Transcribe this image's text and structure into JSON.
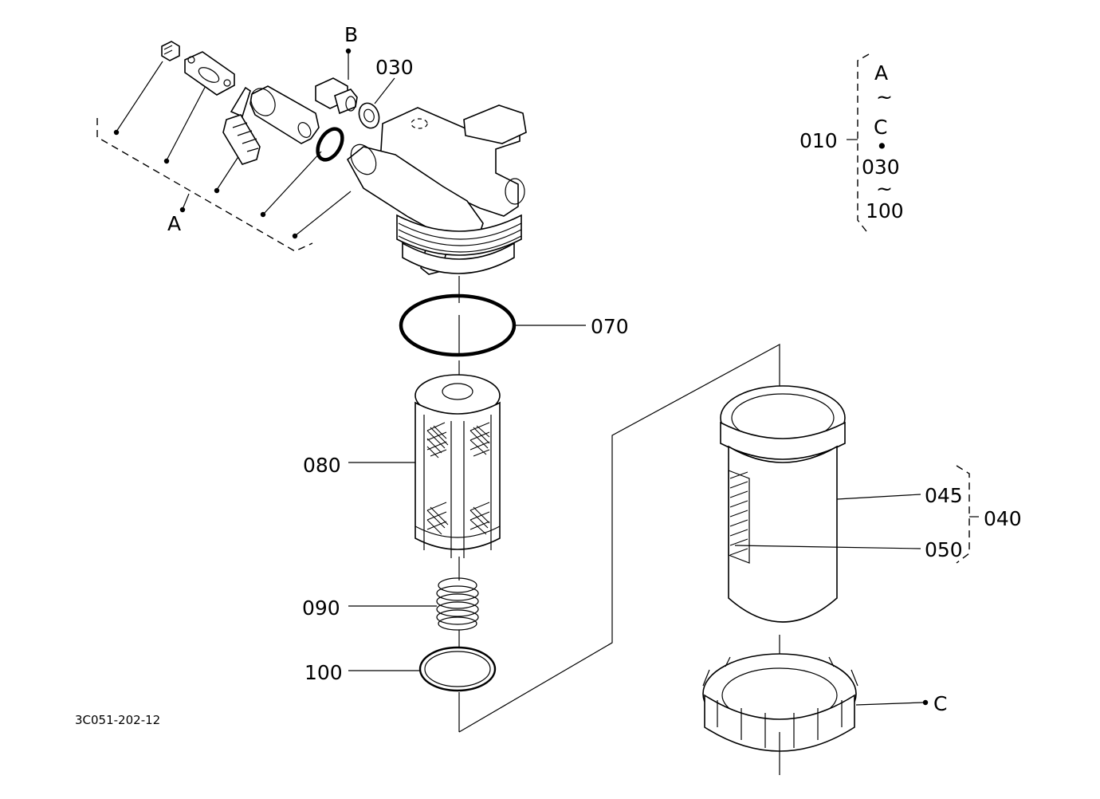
{
  "drawing_code": "3C051-202-12",
  "callouts": {
    "ref_A": "A",
    "ref_B": "B",
    "ref_C": "C",
    "p010": "010",
    "p030": "030",
    "p040": "040",
    "p045": "045",
    "p050": "050",
    "p070": "070",
    "p080": "080",
    "p090": "090",
    "p100": "100"
  },
  "assembly_legend": {
    "from1": "A",
    "sep1": "~",
    "to1": "C",
    "bullet": "•",
    "from2": "030",
    "sep2": "~",
    "to2": "100"
  }
}
